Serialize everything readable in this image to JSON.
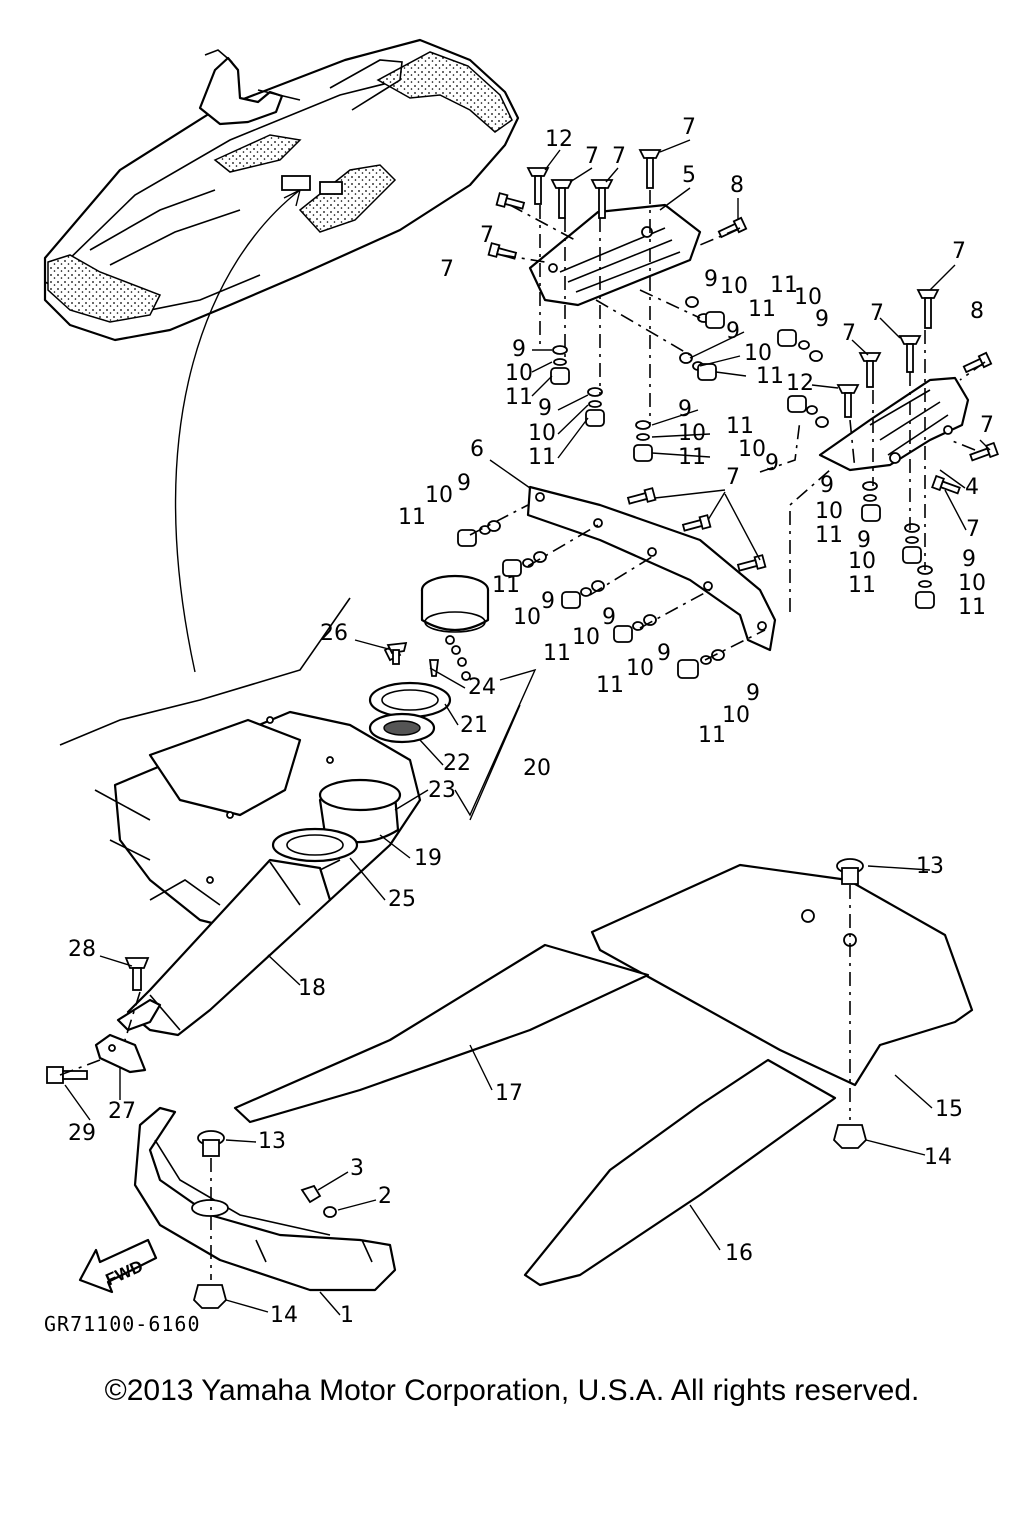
{
  "diagram": {
    "code": "GR71100-6160",
    "copyright": "©2013 Yamaha Motor Corporation, U.S.A. All rights reserved.",
    "fwd": "FWD"
  },
  "labels": [
    {
      "id": "L12a",
      "text": "12"
    },
    {
      "id": "L7a",
      "text": "7"
    },
    {
      "id": "L7b",
      "text": "7"
    },
    {
      "id": "L7c",
      "text": "7"
    },
    {
      "id": "L7d",
      "text": "7"
    },
    {
      "id": "L5",
      "text": "5"
    },
    {
      "id": "L8a",
      "text": "8"
    },
    {
      "id": "L7e",
      "text": "7"
    },
    {
      "id": "L9a",
      "text": "9"
    },
    {
      "id": "L10a",
      "text": "10"
    },
    {
      "id": "L11a",
      "text": "11"
    },
    {
      "id": "L9b",
      "text": "9"
    },
    {
      "id": "L10b",
      "text": "10"
    },
    {
      "id": "L11b",
      "text": "11"
    },
    {
      "id": "L9c",
      "text": "9"
    },
    {
      "id": "L10c",
      "text": "10"
    },
    {
      "id": "L11c",
      "text": "11"
    },
    {
      "id": "L9d",
      "text": "9"
    },
    {
      "id": "L10d",
      "text": "10"
    },
    {
      "id": "L11d",
      "text": "11"
    },
    {
      "id": "L9e",
      "text": "9"
    },
    {
      "id": "L10e",
      "text": "10"
    },
    {
      "id": "L11e",
      "text": "11"
    },
    {
      "id": "L11f",
      "text": "11"
    },
    {
      "id": "L10f",
      "text": "10"
    },
    {
      "id": "L9f",
      "text": "9"
    },
    {
      "id": "L7f",
      "text": "7"
    },
    {
      "id": "L7g",
      "text": "7"
    },
    {
      "id": "L8b",
      "text": "8"
    },
    {
      "id": "L7h",
      "text": "7"
    },
    {
      "id": "L12b",
      "text": "12"
    },
    {
      "id": "L11g",
      "text": "11"
    },
    {
      "id": "L10g",
      "text": "10"
    },
    {
      "id": "L9g",
      "text": "9"
    },
    {
      "id": "L7i",
      "text": "7"
    },
    {
      "id": "L4",
      "text": "4"
    },
    {
      "id": "L7j",
      "text": "7"
    },
    {
      "id": "L9h",
      "text": "9"
    },
    {
      "id": "L10h",
      "text": "10"
    },
    {
      "id": "L11h",
      "text": "11"
    },
    {
      "id": "L9i",
      "text": "9"
    },
    {
      "id": "L10i",
      "text": "10"
    },
    {
      "id": "L11i",
      "text": "11"
    },
    {
      "id": "L9j",
      "text": "9"
    },
    {
      "id": "L10j",
      "text": "10"
    },
    {
      "id": "L11j",
      "text": "11"
    },
    {
      "id": "L6",
      "text": "6"
    },
    {
      "id": "L7k",
      "text": "7"
    },
    {
      "id": "L9k",
      "text": "9"
    },
    {
      "id": "L10k",
      "text": "10"
    },
    {
      "id": "L11k",
      "text": "11"
    },
    {
      "id": "L11l",
      "text": "11"
    },
    {
      "id": "L10l",
      "text": "10"
    },
    {
      "id": "L9l",
      "text": "9"
    },
    {
      "id": "L11m",
      "text": "11"
    },
    {
      "id": "L10m",
      "text": "10"
    },
    {
      "id": "L9m",
      "text": "9"
    },
    {
      "id": "L11n",
      "text": "11"
    },
    {
      "id": "L10n",
      "text": "10"
    },
    {
      "id": "L9n",
      "text": "9"
    },
    {
      "id": "L11o",
      "text": "11"
    },
    {
      "id": "L10o",
      "text": "10"
    },
    {
      "id": "L9o",
      "text": "9"
    },
    {
      "id": "L26",
      "text": "26"
    },
    {
      "id": "L24",
      "text": "24"
    },
    {
      "id": "L21",
      "text": "21"
    },
    {
      "id": "L22",
      "text": "22"
    },
    {
      "id": "L20",
      "text": "20"
    },
    {
      "id": "L23",
      "text": "23"
    },
    {
      "id": "L19",
      "text": "19"
    },
    {
      "id": "L25",
      "text": "25"
    },
    {
      "id": "L13a",
      "text": "13"
    },
    {
      "id": "L28",
      "text": "28"
    },
    {
      "id": "L18",
      "text": "18"
    },
    {
      "id": "L17",
      "text": "17"
    },
    {
      "id": "L15",
      "text": "15"
    },
    {
      "id": "L29",
      "text": "29"
    },
    {
      "id": "L27",
      "text": "27"
    },
    {
      "id": "L13b",
      "text": "13"
    },
    {
      "id": "L3",
      "text": "3"
    },
    {
      "id": "L2",
      "text": "2"
    },
    {
      "id": "L14a",
      "text": "14"
    },
    {
      "id": "L16",
      "text": "16"
    },
    {
      "id": "L14b",
      "text": "14"
    },
    {
      "id": "L1",
      "text": "1"
    }
  ]
}
